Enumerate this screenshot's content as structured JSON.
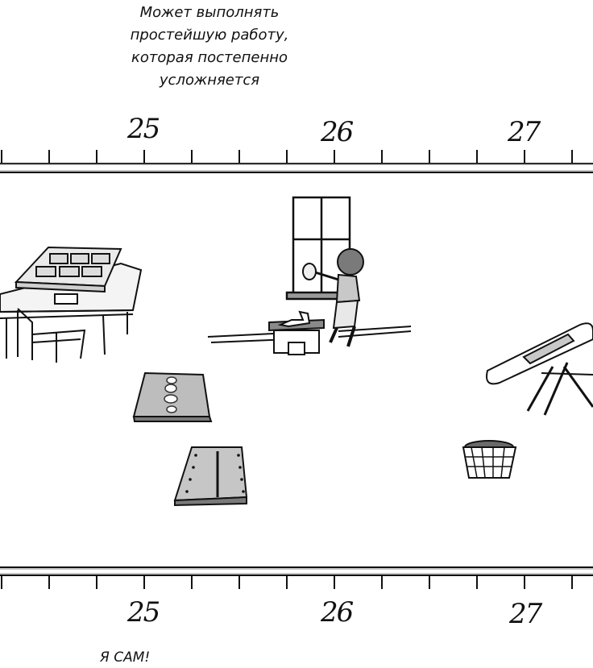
{
  "caption": {
    "line1": "Может выполнять",
    "line2": "простейшую работу,",
    "line3": "которая постепенно",
    "line4": "усложняется"
  },
  "ruler_top": {
    "labels": [
      "25",
      "26",
      "27"
    ]
  },
  "ruler_bottom": {
    "labels": [
      "25",
      "26",
      "27"
    ]
  },
  "footer": {
    "text": "Я САМ!"
  }
}
